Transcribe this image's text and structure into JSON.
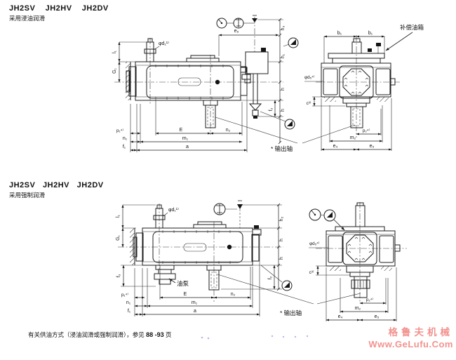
{
  "top": {
    "title": "JH2SV    JH2HV    JH2DV",
    "subtitle": "采用浸油润滑"
  },
  "bottom": {
    "title": "JH2SV   JH2HV   JH2DV",
    "subtitle": "采用强制润滑"
  },
  "dims": {
    "l1": "l₁",
    "G1": "G₁",
    "phi_d1": "φd₁¹⁾",
    "e6": "e₆",
    "h3": "h₃",
    "h1": "h₁",
    "h": "h",
    "h2": "h₂",
    "f2": "f₂",
    "f3": "f₃",
    "p1": "p₁⁴⁾",
    "n1": "n₁",
    "f1": "f₁",
    "E": "E",
    "n2": "n₂",
    "m1": "m₁",
    "a": "a",
    "b1": "b₁",
    "phi_d5": "φd₅⁴⁾",
    "c": "c³⁾",
    "p2": "p₂⁴⁾",
    "m2": "m₂",
    "e4": "e₄",
    "e5": "e₅"
  },
  "annotations": {
    "tank": "补偿油箱",
    "pump": "油泵",
    "output_shaft": "* 输出轴"
  },
  "footer": {
    "text": "有关供油方式（浸油润滑或强制润滑），参见",
    "pages": "88 -93",
    "suffix": "页"
  },
  "watermark": {
    "line1": "格鲁夫机械",
    "line2": "Www.GeLufu.Com",
    "color": "#f2928f"
  }
}
